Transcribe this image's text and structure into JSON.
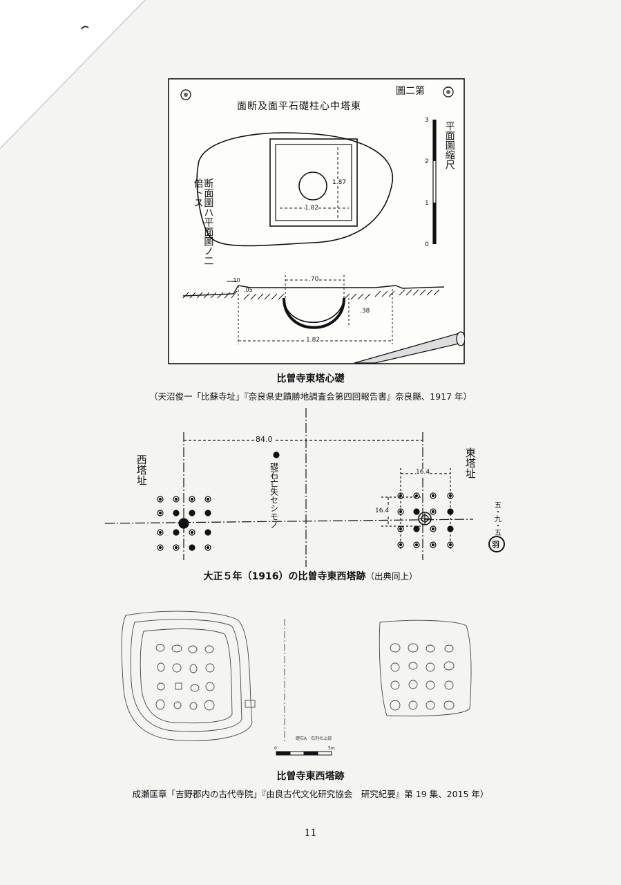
{
  "figure1": {
    "heading": "東塔中心柱礎石平面及断面",
    "fig_no": "第二圖",
    "scale_label": "平面圖縮尺",
    "scale_ticks": [
      "3",
      "2",
      "1",
      "0"
    ],
    "note": "断面圖ハ平面圖ノ二倍トス",
    "dims": {
      "square_h": "1.87",
      "square_w": "1.82",
      "rim": ".10",
      "small": ".05",
      "hole_w": ".70",
      "depth": ".38",
      "total_w": "1.82"
    },
    "caption": "比曽寺東塔心礎",
    "source": "（天沼俊一「比蘇寺址」『奈良県史蹟勝地調査会第四回報告書』奈良縣、1917 年）"
  },
  "figure2": {
    "distance": "84.0",
    "west_label": "西塔址",
    "east_label": "東塔址",
    "lost_note": "礎石亡失セシモノ",
    "east_w": "16.4",
    "east_h": "16.4",
    "date_note": "五・九・五",
    "seal": "羽",
    "caption": "大正５年（1916）の比曽寺東西塔跡",
    "caption_suffix": "（出典同上）"
  },
  "figure3": {
    "legend_line1": "礎石A　石列の上部",
    "scale_end": "5m",
    "scale_zero": "0",
    "caption": "比曽寺東西塔跡",
    "source": "成瀬匡章「吉野郡内の古代寺院」『由良古代文化研究協会　研究紀要』第 19 集、2015 年）"
  },
  "page_number": "11"
}
